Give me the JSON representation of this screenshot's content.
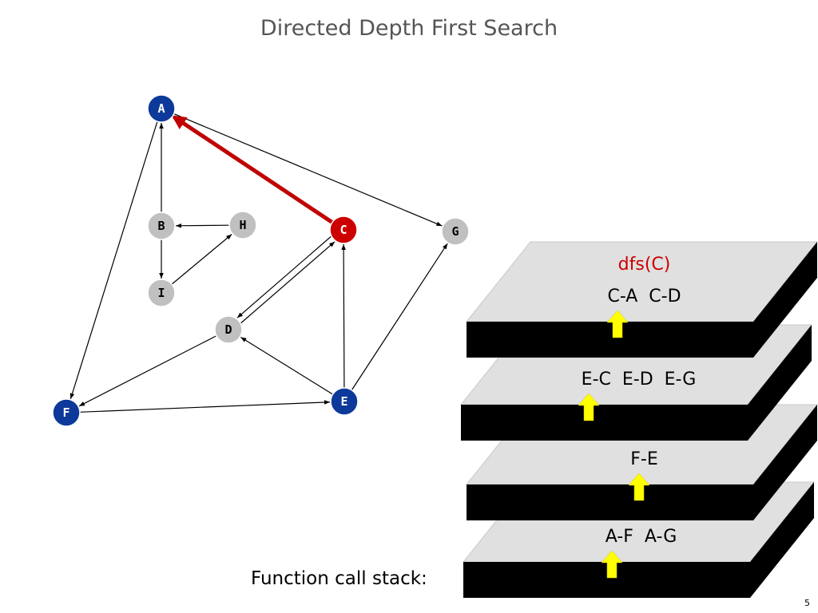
{
  "title": "Directed Depth First Search",
  "stack_label": "Function call stack:",
  "page_number": "5",
  "colors": {
    "visited": "#0d3a9a",
    "current": "#cc0000",
    "unvisited": "#c0c0c0",
    "edge": "#000000",
    "highlight_edge": "#c00000",
    "frame_top": "#e0e0e0",
    "frame_side": "#000000",
    "arrow": "#ffff00",
    "dfs_text": "#cc0000"
  },
  "nodes": [
    {
      "id": "A",
      "label": "A",
      "state": "visited"
    },
    {
      "id": "B",
      "label": "B",
      "state": "unvisited"
    },
    {
      "id": "H",
      "label": "H",
      "state": "unvisited"
    },
    {
      "id": "C",
      "label": "C",
      "state": "current"
    },
    {
      "id": "G",
      "label": "G",
      "state": "unvisited"
    },
    {
      "id": "I",
      "label": "I",
      "state": "unvisited"
    },
    {
      "id": "D",
      "label": "D",
      "state": "unvisited"
    },
    {
      "id": "F",
      "label": "F",
      "state": "visited"
    },
    {
      "id": "E",
      "label": "E",
      "state": "visited"
    }
  ],
  "edges": [
    {
      "from": "A",
      "to": "G"
    },
    {
      "from": "A",
      "to": "F"
    },
    {
      "from": "B",
      "to": "A"
    },
    {
      "from": "B",
      "to": "I"
    },
    {
      "from": "H",
      "to": "B"
    },
    {
      "from": "I",
      "to": "H"
    },
    {
      "from": "C",
      "to": "A",
      "highlight": true
    },
    {
      "from": "C",
      "to": "D"
    },
    {
      "from": "D",
      "to": "C"
    },
    {
      "from": "D",
      "to": "F"
    },
    {
      "from": "E",
      "to": "C"
    },
    {
      "from": "E",
      "to": "D"
    },
    {
      "from": "E",
      "to": "G"
    },
    {
      "from": "F",
      "to": "E"
    }
  ],
  "stack_frames": [
    {
      "header": "dfs(C)",
      "edges": "C-A  C-D",
      "pointer": "C-A"
    },
    {
      "header": "",
      "edges": "E-C  E-D  E-G",
      "pointer": "E-C"
    },
    {
      "header": "",
      "edges": "F-E",
      "pointer": "F-E"
    },
    {
      "header": "",
      "edges": "A-F  A-G",
      "pointer": "A-F"
    }
  ]
}
